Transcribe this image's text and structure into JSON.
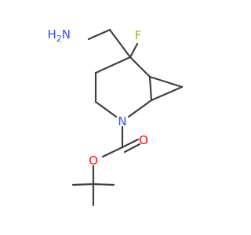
{
  "molecule": {
    "atoms": [
      {
        "id": "NH2",
        "element": "N",
        "label": "H",
        "subscript": "2",
        "suffix": "N",
        "color": "#3050f8"
      },
      {
        "id": "F",
        "element": "F",
        "label": "F",
        "color": "#8fb830"
      },
      {
        "id": "N_ring",
        "element": "N",
        "label": "N",
        "color": "#3050f8"
      },
      {
        "id": "O_ester",
        "element": "O",
        "label": "O",
        "color": "#ff0d0d"
      },
      {
        "id": "O_carbonyl",
        "element": "O",
        "label": "O",
        "color": "#ff0d0d"
      }
    ],
    "bond_color": "#404040"
  }
}
